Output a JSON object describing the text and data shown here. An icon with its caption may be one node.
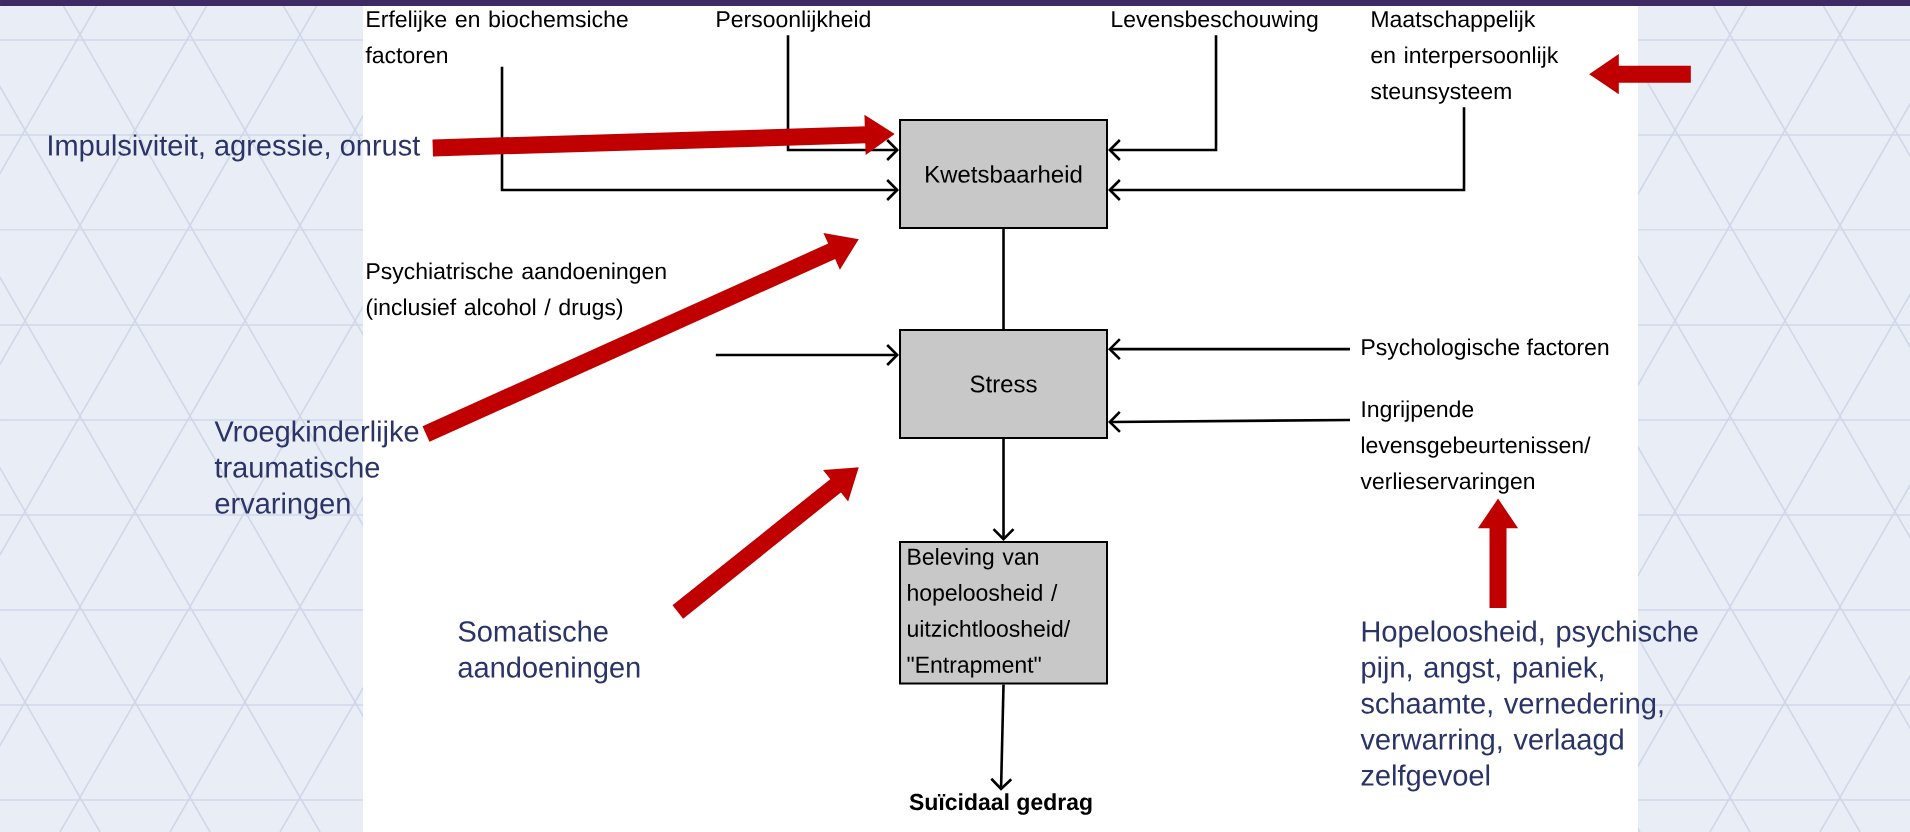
{
  "diagram": {
    "nodes": [
      {
        "text": [
          "Erfelijke en biochemsiche factoren"
        ]
      },
      {
        "text": [
          "Persoonlijkheid"
        ]
      },
      {
        "text": [
          "Levensbeschouwing"
        ]
      },
      {
        "text": [
          "Maatschappelijk en interpersoonlijk steunsysteem"
        ]
      },
      {
        "text": [
          "Kwetsbaarheid"
        ]
      },
      {
        "text": [
          "Stress"
        ]
      },
      {
        "text": [
          "Beleving van hopeloosheid / uitzichtloosheid/ \"Entrapment\""
        ]
      },
      {
        "text": [
          "Suïcidaal gedrag"
        ]
      },
      {
        "text": [
          "Psychiatrische aandoeningen (inclusief alcohol / drugs)"
        ]
      },
      {
        "text": [
          "Psychologische factoren"
        ]
      },
      {
        "text": [
          "Ingrijpende levensgebeurtenissen/ verlieservaringen"
        ]
      },
      {
        "text": [
          "Impulsiviteit, agressie, onrust"
        ]
      },
      {
        "text": [
          "Vroegkinderlijke traumatische ervaringen"
        ]
      },
      {
        "text": [
          "Somatische aandoeningen"
        ]
      },
      {
        "text": [
          "Hopeloosheid, psychische pijn, angst, paniek, schaamte, vernedering, verwarring, verlaagd zelfgevoel"
        ]
      }
    ],
    "edges": [
      {
        "from": 0,
        "to": 4,
        "arrow": "to"
      },
      {
        "from": 1,
        "to": 4,
        "arrow": "to"
      },
      {
        "from": 2,
        "to": 4,
        "arrow": "to"
      },
      {
        "from": 3,
        "to": 4,
        "arrow": "to"
      },
      {
        "from": 4,
        "to": 5,
        "arrow": "none"
      },
      {
        "from": 8,
        "to": 5,
        "arrow": "to"
      },
      {
        "from": 9,
        "to": 5,
        "arrow": "to"
      },
      {
        "from": 10,
        "to": 5,
        "arrow": "to"
      },
      {
        "from": 5,
        "to": 6,
        "arrow": "to"
      },
      {
        "from": 6,
        "to": 7,
        "arrow": "to"
      },
      {
        "from": 11,
        "to": 4,
        "arrow": "to",
        "style": "thick",
        "color": "#c00000"
      },
      {
        "from": null,
        "to": 3,
        "arrow": "to",
        "style": "thick",
        "color": "#c00000"
      },
      {
        "from": 12,
        "to": 4,
        "arrow": "to",
        "style": "thick",
        "color": "#c00000"
      },
      {
        "from": 13,
        "to": 5,
        "arrow": "to",
        "style": "thick",
        "color": "#c00000"
      },
      {
        "from": 14,
        "to": 10,
        "arrow": "to",
        "style": "thick",
        "color": "#c00000"
      }
    ]
  }
}
